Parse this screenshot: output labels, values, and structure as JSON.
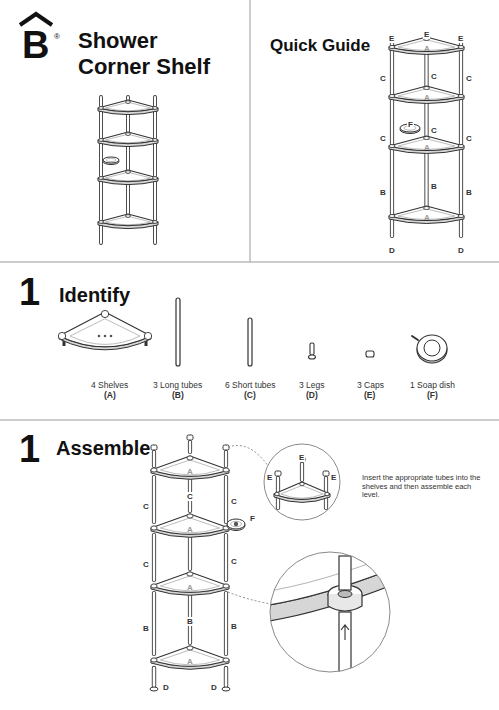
{
  "diagram": {
    "title": "Shower Corner Shelf",
    "labels": [
      "B",
      "®",
      "Quick Guide",
      "E",
      "E",
      "E",
      "A",
      "C",
      "C",
      "C",
      "A",
      "C",
      "F",
      "C",
      "C",
      "A",
      "B",
      "B",
      "B",
      "A",
      "D",
      "D",
      "1",
      "Identify",
      "4 Shelves",
      "(A)",
      "3 Long tubes",
      "(B)",
      "6 Short tubes",
      "(C)",
      "3 Legs",
      "(D)",
      "3 Caps",
      "(E)",
      "1 Soap dish",
      "(F)",
      "1",
      "Assemble",
      "A",
      "C",
      "C",
      "C",
      "A",
      "F",
      "C",
      "C",
      "A",
      "B",
      "B",
      "B",
      "A",
      "D",
      "D",
      "E",
      "E",
      "E",
      "Insert the appropriate tubes into the shelves and then assemble each level."
    ]
  }
}
